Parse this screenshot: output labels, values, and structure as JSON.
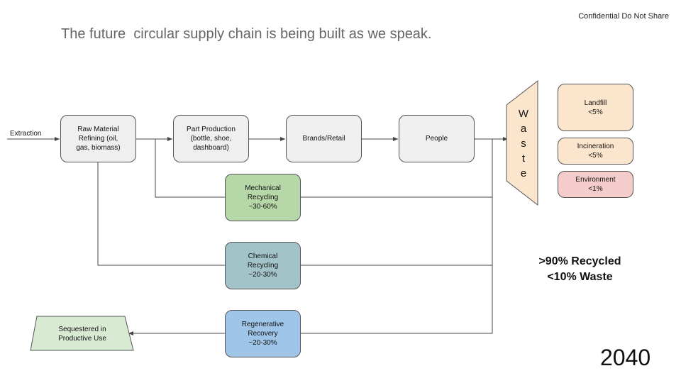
{
  "header": {
    "title": "The future  circular supply chain is being built as we speak.",
    "confidential": "Confidential Do Not Share"
  },
  "flow": {
    "extraction": "Extraction",
    "raw_material": "Raw Material\nRefining (oil,\ngas, biomass)",
    "part_production": "Part Production\n(bottle, shoe,\ndashboard)",
    "brands": "Brands/Retail",
    "people": "People",
    "waste_letters": [
      "W",
      "a",
      "s",
      "t",
      "e"
    ]
  },
  "recycling": {
    "mechanical": "Mechanical\nRecycling\n~30-60%",
    "chemical": "Chemical\nRecycling\n~20-30%",
    "regenerative": "Regenerative\nRecovery\n~20-30%",
    "sequestered": "Sequestered in\nProductive Use"
  },
  "outcomes": {
    "landfill": "Landfill\n<5%",
    "incineration": "Incineration\n<5%",
    "environment": "Environment\n<1%"
  },
  "summary": {
    "recycled": ">90% Recycled",
    "waste": "<10% Waste"
  },
  "year": "2040",
  "colors": {
    "grey_node": "#efefef",
    "mechanical": "#b6d7a8",
    "chemical": "#a2c4c9",
    "regenerative": "#9fc5e8",
    "sequestered": "#d9ead3",
    "waste": "#fce5cd",
    "landfill": "#fce5cd",
    "environment": "#f4cccc"
  }
}
